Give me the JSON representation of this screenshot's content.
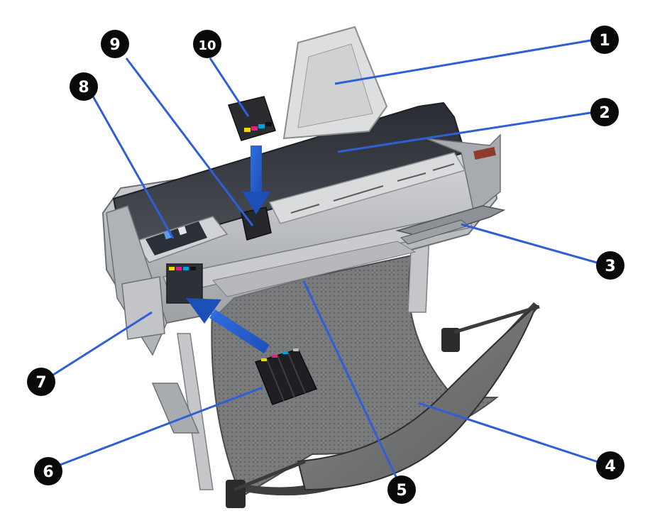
{
  "figure": {
    "callouts": [
      {
        "id": "1",
        "label": "1"
      },
      {
        "id": "2",
        "label": "2"
      },
      {
        "id": "3",
        "label": "3"
      },
      {
        "id": "4",
        "label": "4"
      },
      {
        "id": "5",
        "label": "5"
      },
      {
        "id": "6",
        "label": "6"
      },
      {
        "id": "7",
        "label": "7"
      },
      {
        "id": "8",
        "label": "8"
      },
      {
        "id": "9",
        "label": "9"
      },
      {
        "id": "10",
        "label": "10"
      }
    ],
    "colors": {
      "leader": "#2f5fd6",
      "callout": "#0a0a0a",
      "printer_body": "#b8babd",
      "printer_dark": "#3a3d42",
      "basket": "#6d6e70"
    }
  }
}
